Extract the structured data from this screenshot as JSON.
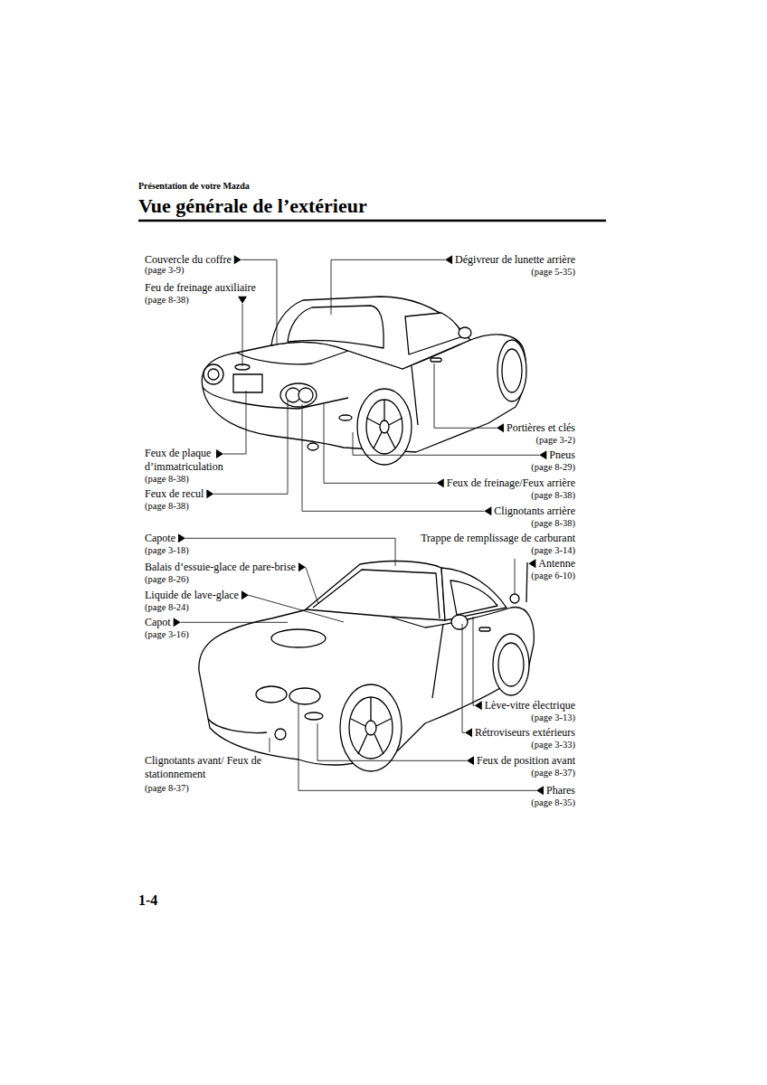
{
  "diagram": {
    "title": "Vue générale de l’extérieur",
    "labels": [
      "Présentation de votre Mazda",
      "Couvercle du coffre",
      "(page 3-9)",
      "Dégivreur de lunette arrière",
      "(page 5-35)",
      "Feu de freinage auxiliaire",
      "(page 8-38)",
      "Portières et clés",
      "(page 3-2)",
      "Feux de plaque d’immatriculation",
      "(page 8-38)",
      "Pneus",
      "(page 8-29)",
      "Feux de freinage/Feux arrière",
      "(page 8-38)",
      "Feux de recul",
      "(page 8-38)",
      "Clignotants arrière",
      "(page 8-38)",
      "Capote",
      "(page 3-18)",
      "Trappe de remplissage de carburant",
      "(page 3-14)",
      "Balais d’essuie-glace de pare-brise",
      "(page 8-26)",
      "Antenne",
      "(page 6-10)",
      "Liquide de lave-glace",
      "(page 8-24)",
      "Capot",
      "(page 3-16)",
      "Lève-vitre électrique",
      "(page 3-13)",
      "Rétroviseurs extérieurs",
      "(page 3-33)",
      "Clignotants avant/ Feux de stationnement",
      "(page 8-37)",
      "Feux de position avant",
      "(page 8-37)",
      "Phares",
      "(page 8-35)",
      "1-4"
    ]
  }
}
